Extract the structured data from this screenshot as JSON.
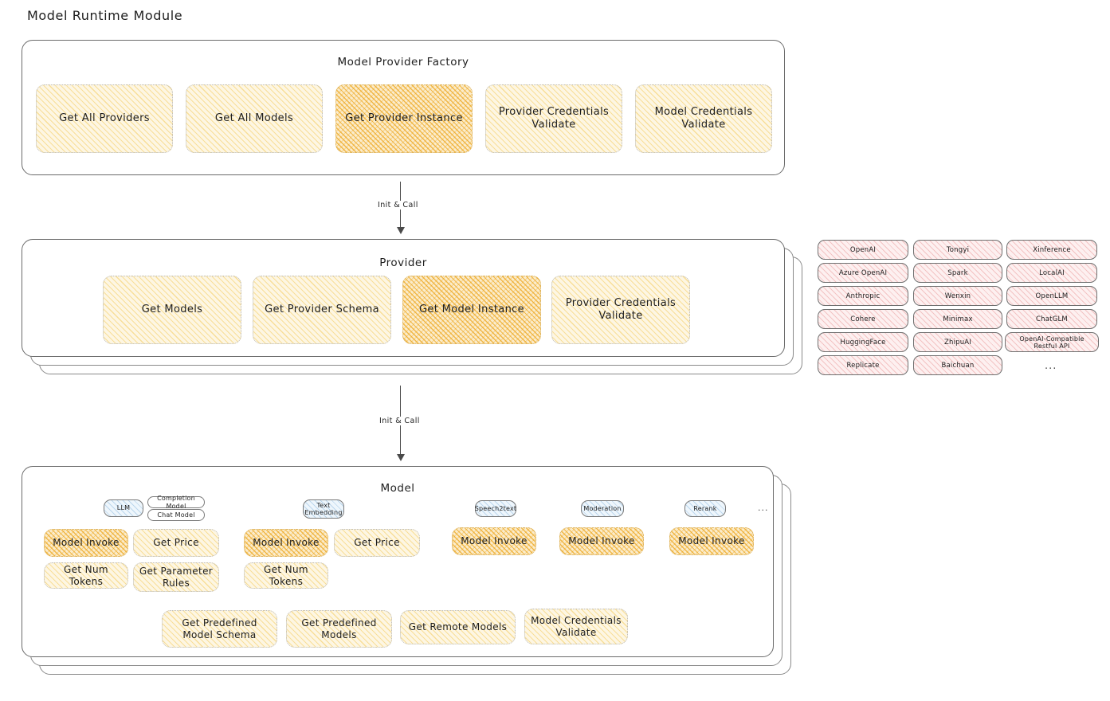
{
  "page": {
    "title": "Model Runtime Module"
  },
  "factory": {
    "title": "Model Provider Factory",
    "nodes": [
      {
        "label": "Get All Providers",
        "highlight": false
      },
      {
        "label": "Get All Models",
        "highlight": false
      },
      {
        "label": "Get Provider Instance",
        "highlight": true
      },
      {
        "label": "Provider Credentials Validate",
        "highlight": false
      },
      {
        "label": "Model Credentials Validate",
        "highlight": false
      }
    ]
  },
  "arrow_factory_to_provider": {
    "label": "Init & Call"
  },
  "provider": {
    "title": "Provider",
    "nodes": [
      {
        "label": "Get Models",
        "highlight": false
      },
      {
        "label": "Get Provider Schema",
        "highlight": false
      },
      {
        "label": "Get Model Instance",
        "highlight": true
      },
      {
        "label": "Provider Credentials Validate",
        "highlight": false
      }
    ]
  },
  "arrow_provider_to_model": {
    "label": "Init & Call"
  },
  "provider_tags": {
    "columns": [
      [
        "OpenAI",
        "Azure OpenAI",
        "Anthropic",
        "Cohere",
        "HuggingFace",
        "Replicate"
      ],
      [
        "Tongyi",
        "Spark",
        "Wenxin",
        "Minimax",
        "ZhipuAI",
        "Baichuan"
      ],
      [
        "Xinference",
        "LocalAI",
        "OpenLLM",
        "ChatGLM",
        "OpenAI-Compatible Restful API"
      ]
    ],
    "more": "..."
  },
  "model": {
    "title": "Model",
    "more": "...",
    "types": [
      {
        "tag": "LLM",
        "subtags": [
          "Completion Model",
          "Chat Model"
        ],
        "nodes": [
          {
            "label": "Model Invoke",
            "highlight": true
          },
          {
            "label": "Get Price",
            "highlight": false
          },
          {
            "label": "Get Num Tokens",
            "highlight": false
          },
          {
            "label": "Get Parameter Rules",
            "highlight": false
          }
        ]
      },
      {
        "tag": "Text Embedding",
        "subtags": [],
        "nodes": [
          {
            "label": "Model Invoke",
            "highlight": true
          },
          {
            "label": "Get Price",
            "highlight": false
          },
          {
            "label": "Get Num Tokens",
            "highlight": false
          }
        ]
      },
      {
        "tag": "Speech2text",
        "subtags": [],
        "nodes": [
          {
            "label": "Model Invoke",
            "highlight": true
          }
        ]
      },
      {
        "tag": "Moderation",
        "subtags": [],
        "nodes": [
          {
            "label": "Model Invoke",
            "highlight": true
          }
        ]
      },
      {
        "tag": "Rerank",
        "subtags": [],
        "nodes": [
          {
            "label": "Model Invoke",
            "highlight": true
          }
        ]
      }
    ],
    "common_nodes": [
      {
        "label": "Get Predefined Model Schema"
      },
      {
        "label": "Get Predefined Models"
      },
      {
        "label": "Get Remote Models"
      },
      {
        "label": "Model Credentials Validate"
      }
    ]
  },
  "colors": {
    "node_fill_light": "#fdf6e3",
    "node_fill_strong": "#fbeccb",
    "tag_pink": "#fdf0f0",
    "tag_blue": "#eef6fc",
    "stroke": "#6b6b6b",
    "text": "#1e1e1e"
  }
}
